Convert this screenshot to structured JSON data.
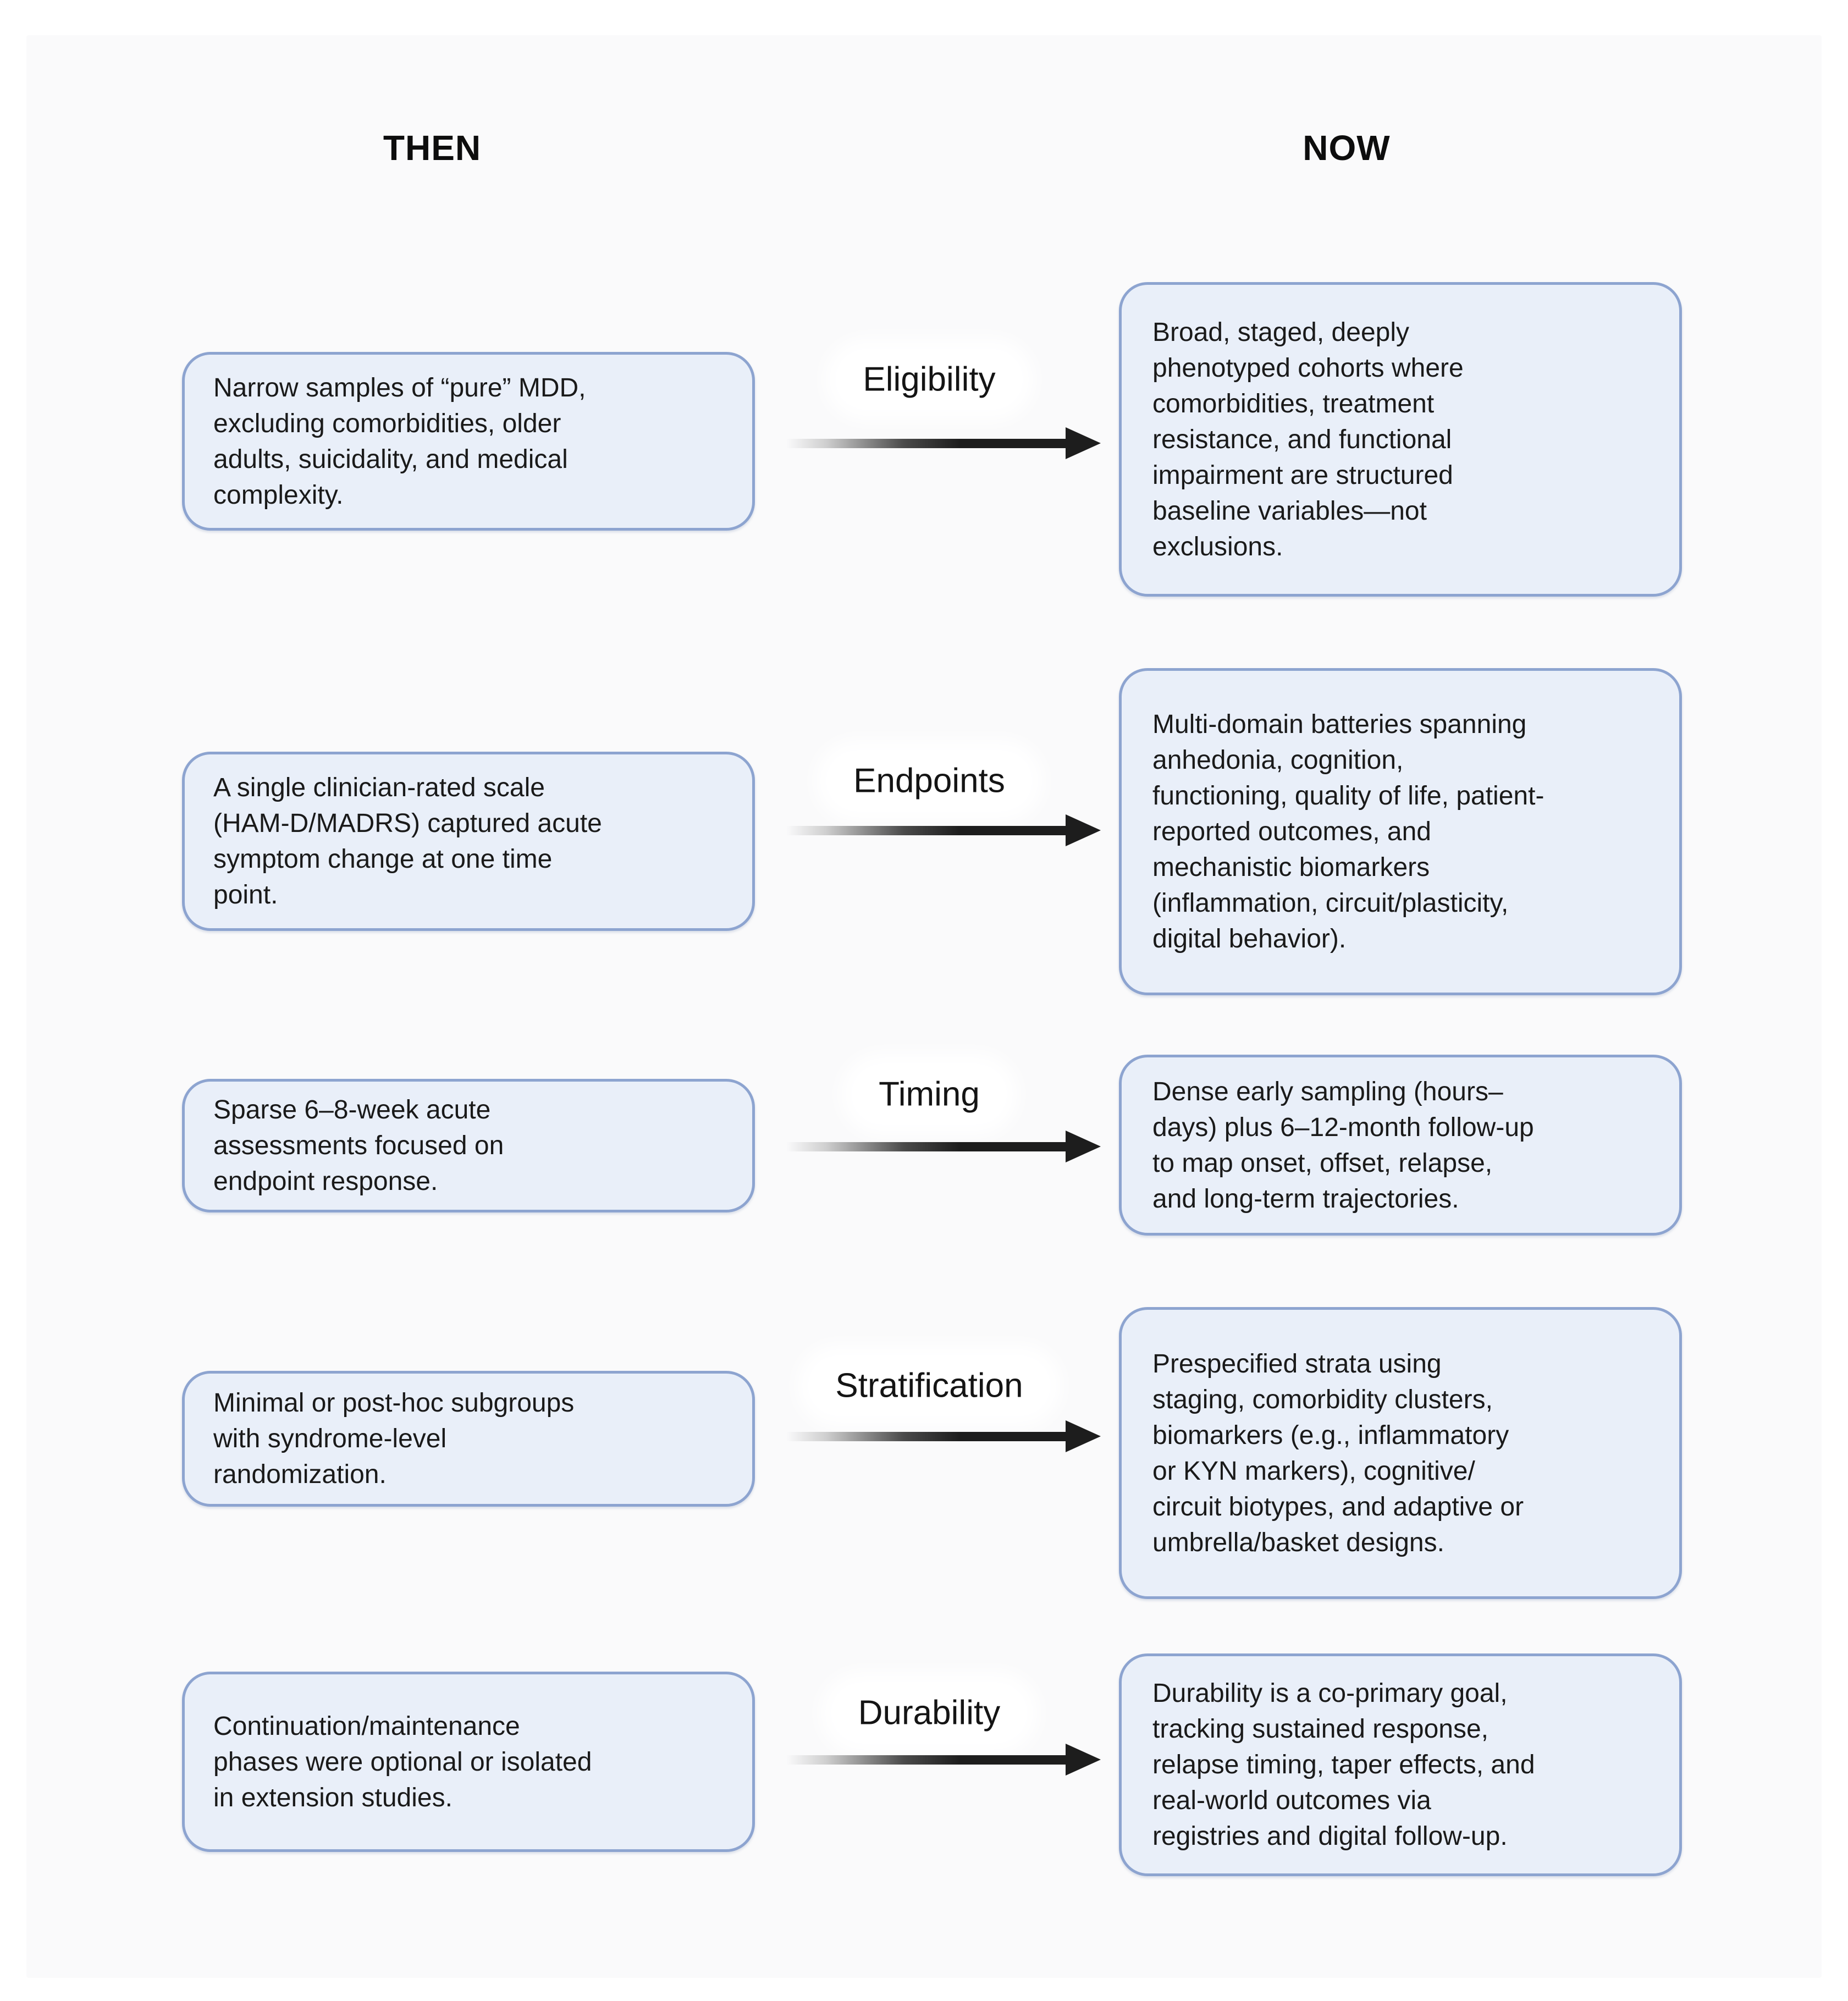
{
  "headers": {
    "then": "THEN",
    "now": "NOW"
  },
  "colors": {
    "panel_bg": "#fafafb",
    "box_fill": "#e9eff9",
    "box_border": "#8da4d0",
    "arrow": "#1d1d1d",
    "text": "#1a1a1a"
  },
  "rows": [
    {
      "label": "Eligibility",
      "then": "Narrow samples of “pure” MDD,\nexcluding comorbidities, older\nadults, suicidality, and medical\ncomplexity.",
      "now": "Broad, staged, deeply\nphenotyped cohorts where\ncomorbidities, treatment\nresistance, and functional\nimpairment are structured\nbaseline variables—not\nexclusions."
    },
    {
      "label": "Endpoints",
      "then": "A single clinician-rated scale\n(HAM-D/MADRS) captured acute\nsymptom change at one time\npoint.",
      "now": "Multi-domain batteries spanning\nanhedonia, cognition,\nfunctioning, quality of life, patient-\nreported outcomes, and\nmechanistic biomarkers\n(inflammation, circuit/plasticity,\ndigital behavior)."
    },
    {
      "label": "Timing",
      "then": "Sparse 6–8-week acute\nassessments focused on\nendpoint response.",
      "now": "Dense early sampling (hours–\ndays) plus 6–12-month follow-up\nto map onset, offset, relapse,\nand long-term trajectories."
    },
    {
      "label": "Stratification",
      "then": "Minimal or post-hoc subgroups\nwith syndrome-level\nrandomization.",
      "now": "Prespecified strata using\nstaging, comorbidity clusters,\nbiomarkers (e.g., inflammatory\nor KYN markers), cognitive/\ncircuit biotypes, and adaptive or\numbrella/basket designs."
    },
    {
      "label": "Durability",
      "then": "Continuation/maintenance\nphases were optional or isolated\nin extension studies.",
      "now": "Durability is a co-primary goal,\ntracking sustained response,\nrelapse timing, taper effects, and\nreal-world outcomes via\nregistries and digital follow-up."
    }
  ]
}
